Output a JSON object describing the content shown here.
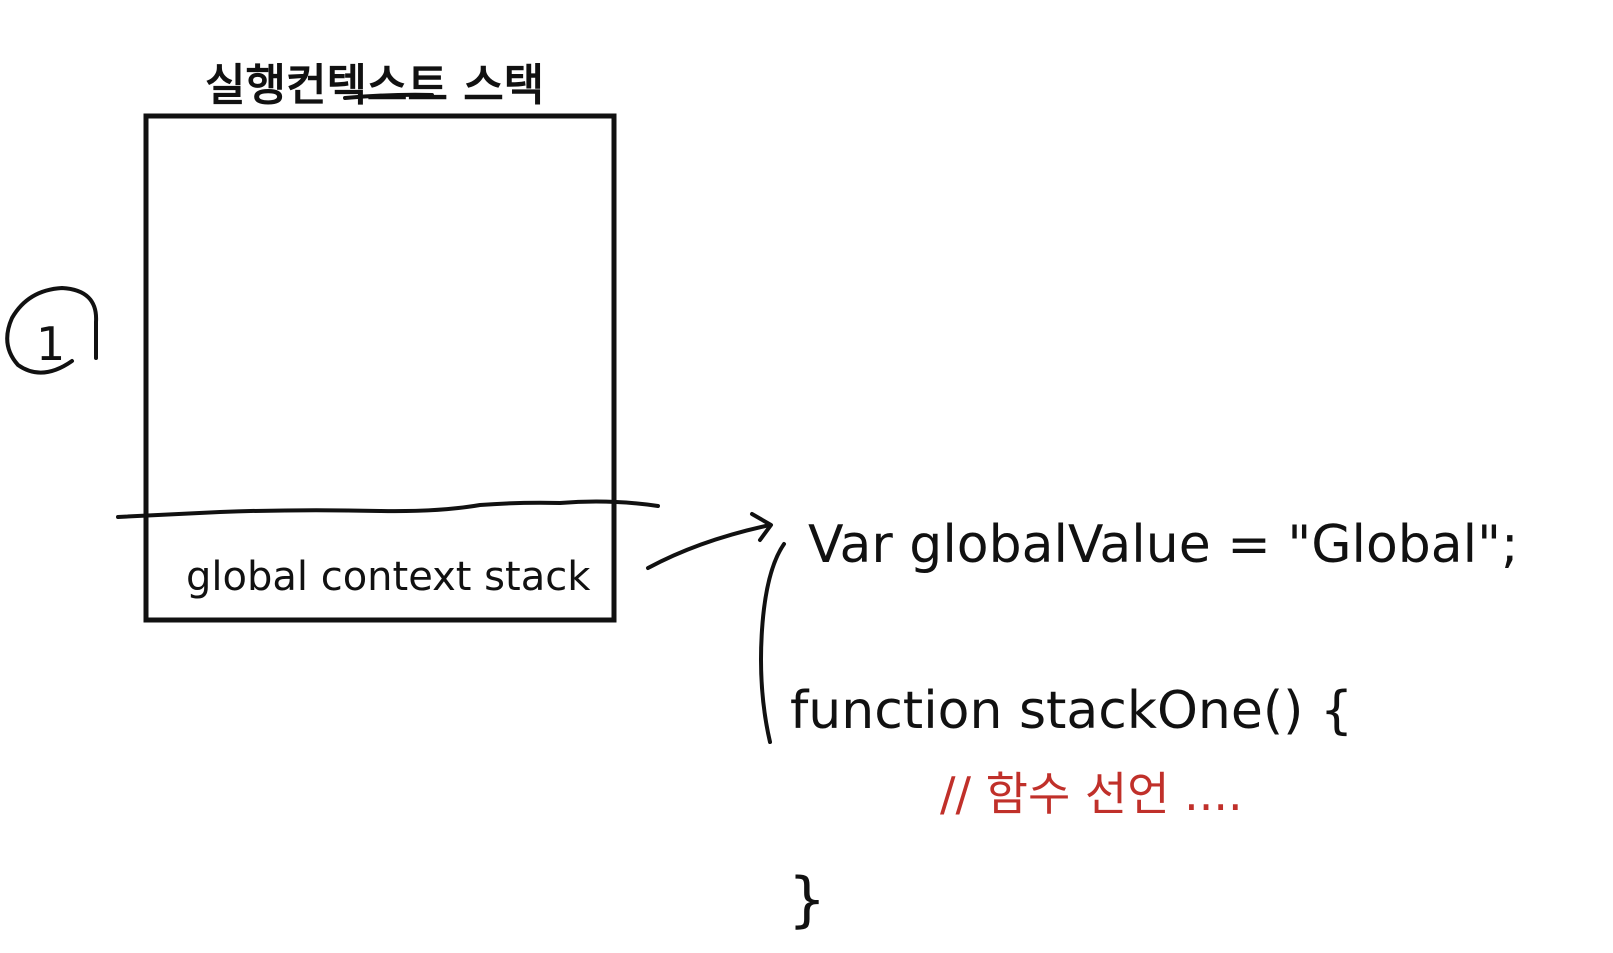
{
  "diagram": {
    "title": "실행컨텍스트 스택",
    "step_marker": "1",
    "stack_frame_label": "global context stack",
    "code_lines": {
      "var_line": "Var globalValue = \"Global\";",
      "function_line": "function stackOne() {",
      "comment_line": "// 함수 선언 ....",
      "close_brace": "}"
    },
    "colors": {
      "ink": "#111111",
      "comment": "#c0302a",
      "background": "#ffffff"
    }
  }
}
